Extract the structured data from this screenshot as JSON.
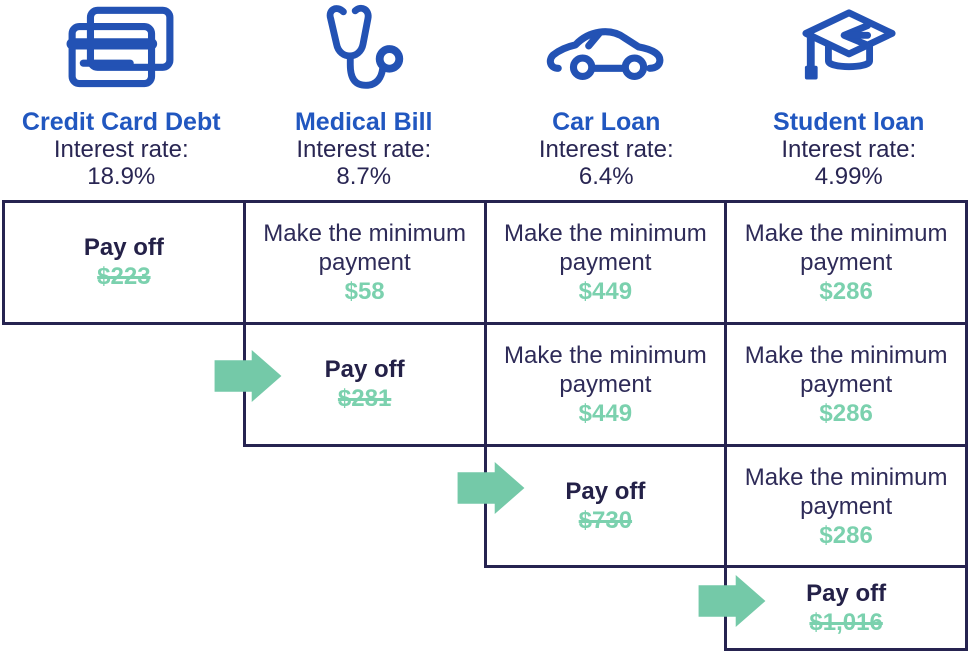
{
  "palette": {
    "icon_blue": "#2352b4",
    "title_blue": "#2157c0",
    "navy_text": "#2e2b58",
    "border_navy": "#262350",
    "green": "#7bd1ae",
    "arrow_green": "#74c9a8",
    "background": "#ffffff"
  },
  "columns": [
    {
      "icon": "credit-card-icon",
      "title": "Credit Card Debt",
      "interest_label": "Interest rate:",
      "rate": "18.9%"
    },
    {
      "icon": "stethoscope-icon",
      "title": "Medical Bill",
      "interest_label": "Interest rate:",
      "rate": "8.7%"
    },
    {
      "icon": "car-icon",
      "title": "Car Loan",
      "interest_label": "Interest rate:",
      "rate": "6.4%"
    },
    {
      "icon": "graduation-cap-icon",
      "title": "Student loan",
      "interest_label": "Interest rate:",
      "rate": "4.99%"
    }
  ],
  "grid": {
    "rows": [
      {
        "cells": [
          {
            "type": "payoff",
            "label": "Pay off",
            "amount": "$223",
            "struck": true
          },
          {
            "type": "minimum",
            "label": "Make the minimum payment",
            "amount": "$58"
          },
          {
            "type": "minimum",
            "label": "Make the minimum payment",
            "amount": "$449"
          },
          {
            "type": "minimum",
            "label": "Make the minimum payment",
            "amount": "$286"
          }
        ]
      },
      {
        "cells": [
          {
            "type": "payoff",
            "label": "Pay off",
            "amount": "$281",
            "struck": true,
            "arrow": true
          },
          {
            "type": "minimum",
            "label": "Make the minimum payment",
            "amount": "$449"
          },
          {
            "type": "minimum",
            "label": "Make the minimum payment",
            "amount": "$286"
          }
        ]
      },
      {
        "cells": [
          {
            "type": "payoff",
            "label": "Pay off",
            "amount": "$730",
            "struck": true,
            "arrow": true
          },
          {
            "type": "minimum",
            "label": "Make the minimum payment",
            "amount": "$286"
          }
        ]
      },
      {
        "cells": [
          {
            "type": "payoff",
            "label": "Pay off",
            "amount": "$1,016",
            "struck": true,
            "arrow": true
          }
        ]
      }
    ]
  }
}
